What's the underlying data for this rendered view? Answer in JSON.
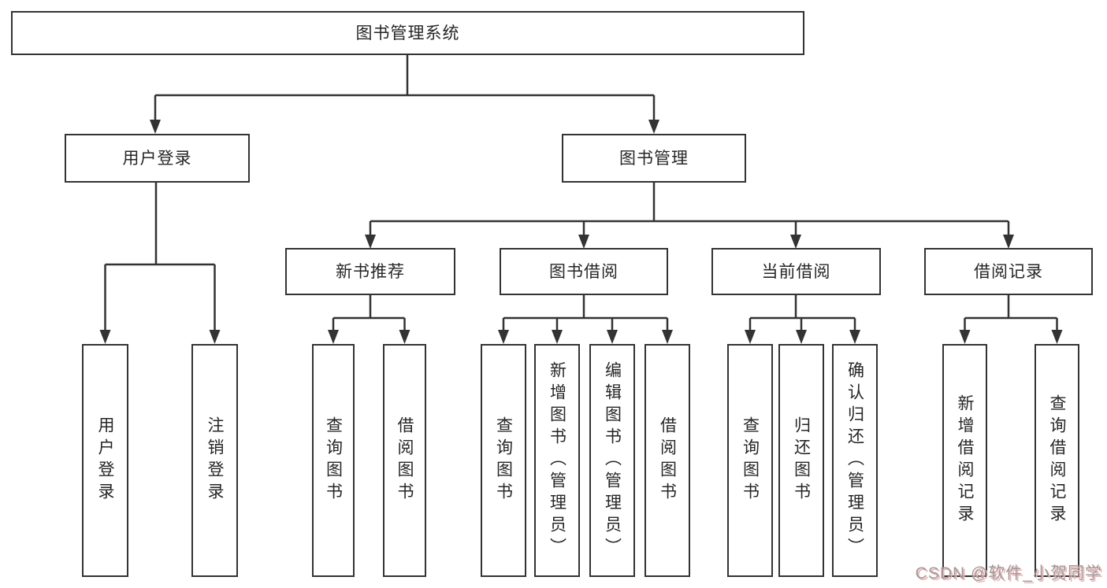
{
  "tree": {
    "label": "图书管理系统",
    "children": [
      {
        "label": "用户登录",
        "children": [
          {
            "label": "用户登录"
          },
          {
            "label": "注销登录"
          }
        ]
      },
      {
        "label": "图书管理",
        "children": [
          {
            "label": "新书推荐",
            "children": [
              {
                "label": "查询图书"
              },
              {
                "label": "借阅图书"
              }
            ]
          },
          {
            "label": "图书借阅",
            "children": [
              {
                "label": "查询图书"
              },
              {
                "label": "新增图书（管理员）"
              },
              {
                "label": "编辑图书（管理员）"
              },
              {
                "label": "借阅图书"
              }
            ]
          },
          {
            "label": "当前借阅",
            "children": [
              {
                "label": "查询图书"
              },
              {
                "label": "归还图书"
              },
              {
                "label": "确认归还（管理员）"
              }
            ]
          },
          {
            "label": "借阅记录",
            "children": [
              {
                "label": "新增借阅记录"
              },
              {
                "label": "查询借阅记录"
              }
            ]
          }
        ]
      }
    ]
  },
  "watermark": "CSDN @软件_小贺同学",
  "colors": {
    "line": "#333333",
    "box_border": "#333333",
    "text": "#262626",
    "background": "#ffffff",
    "watermark_text": "#9c9c9c",
    "watermark_shadow": "#f2b1b1"
  }
}
